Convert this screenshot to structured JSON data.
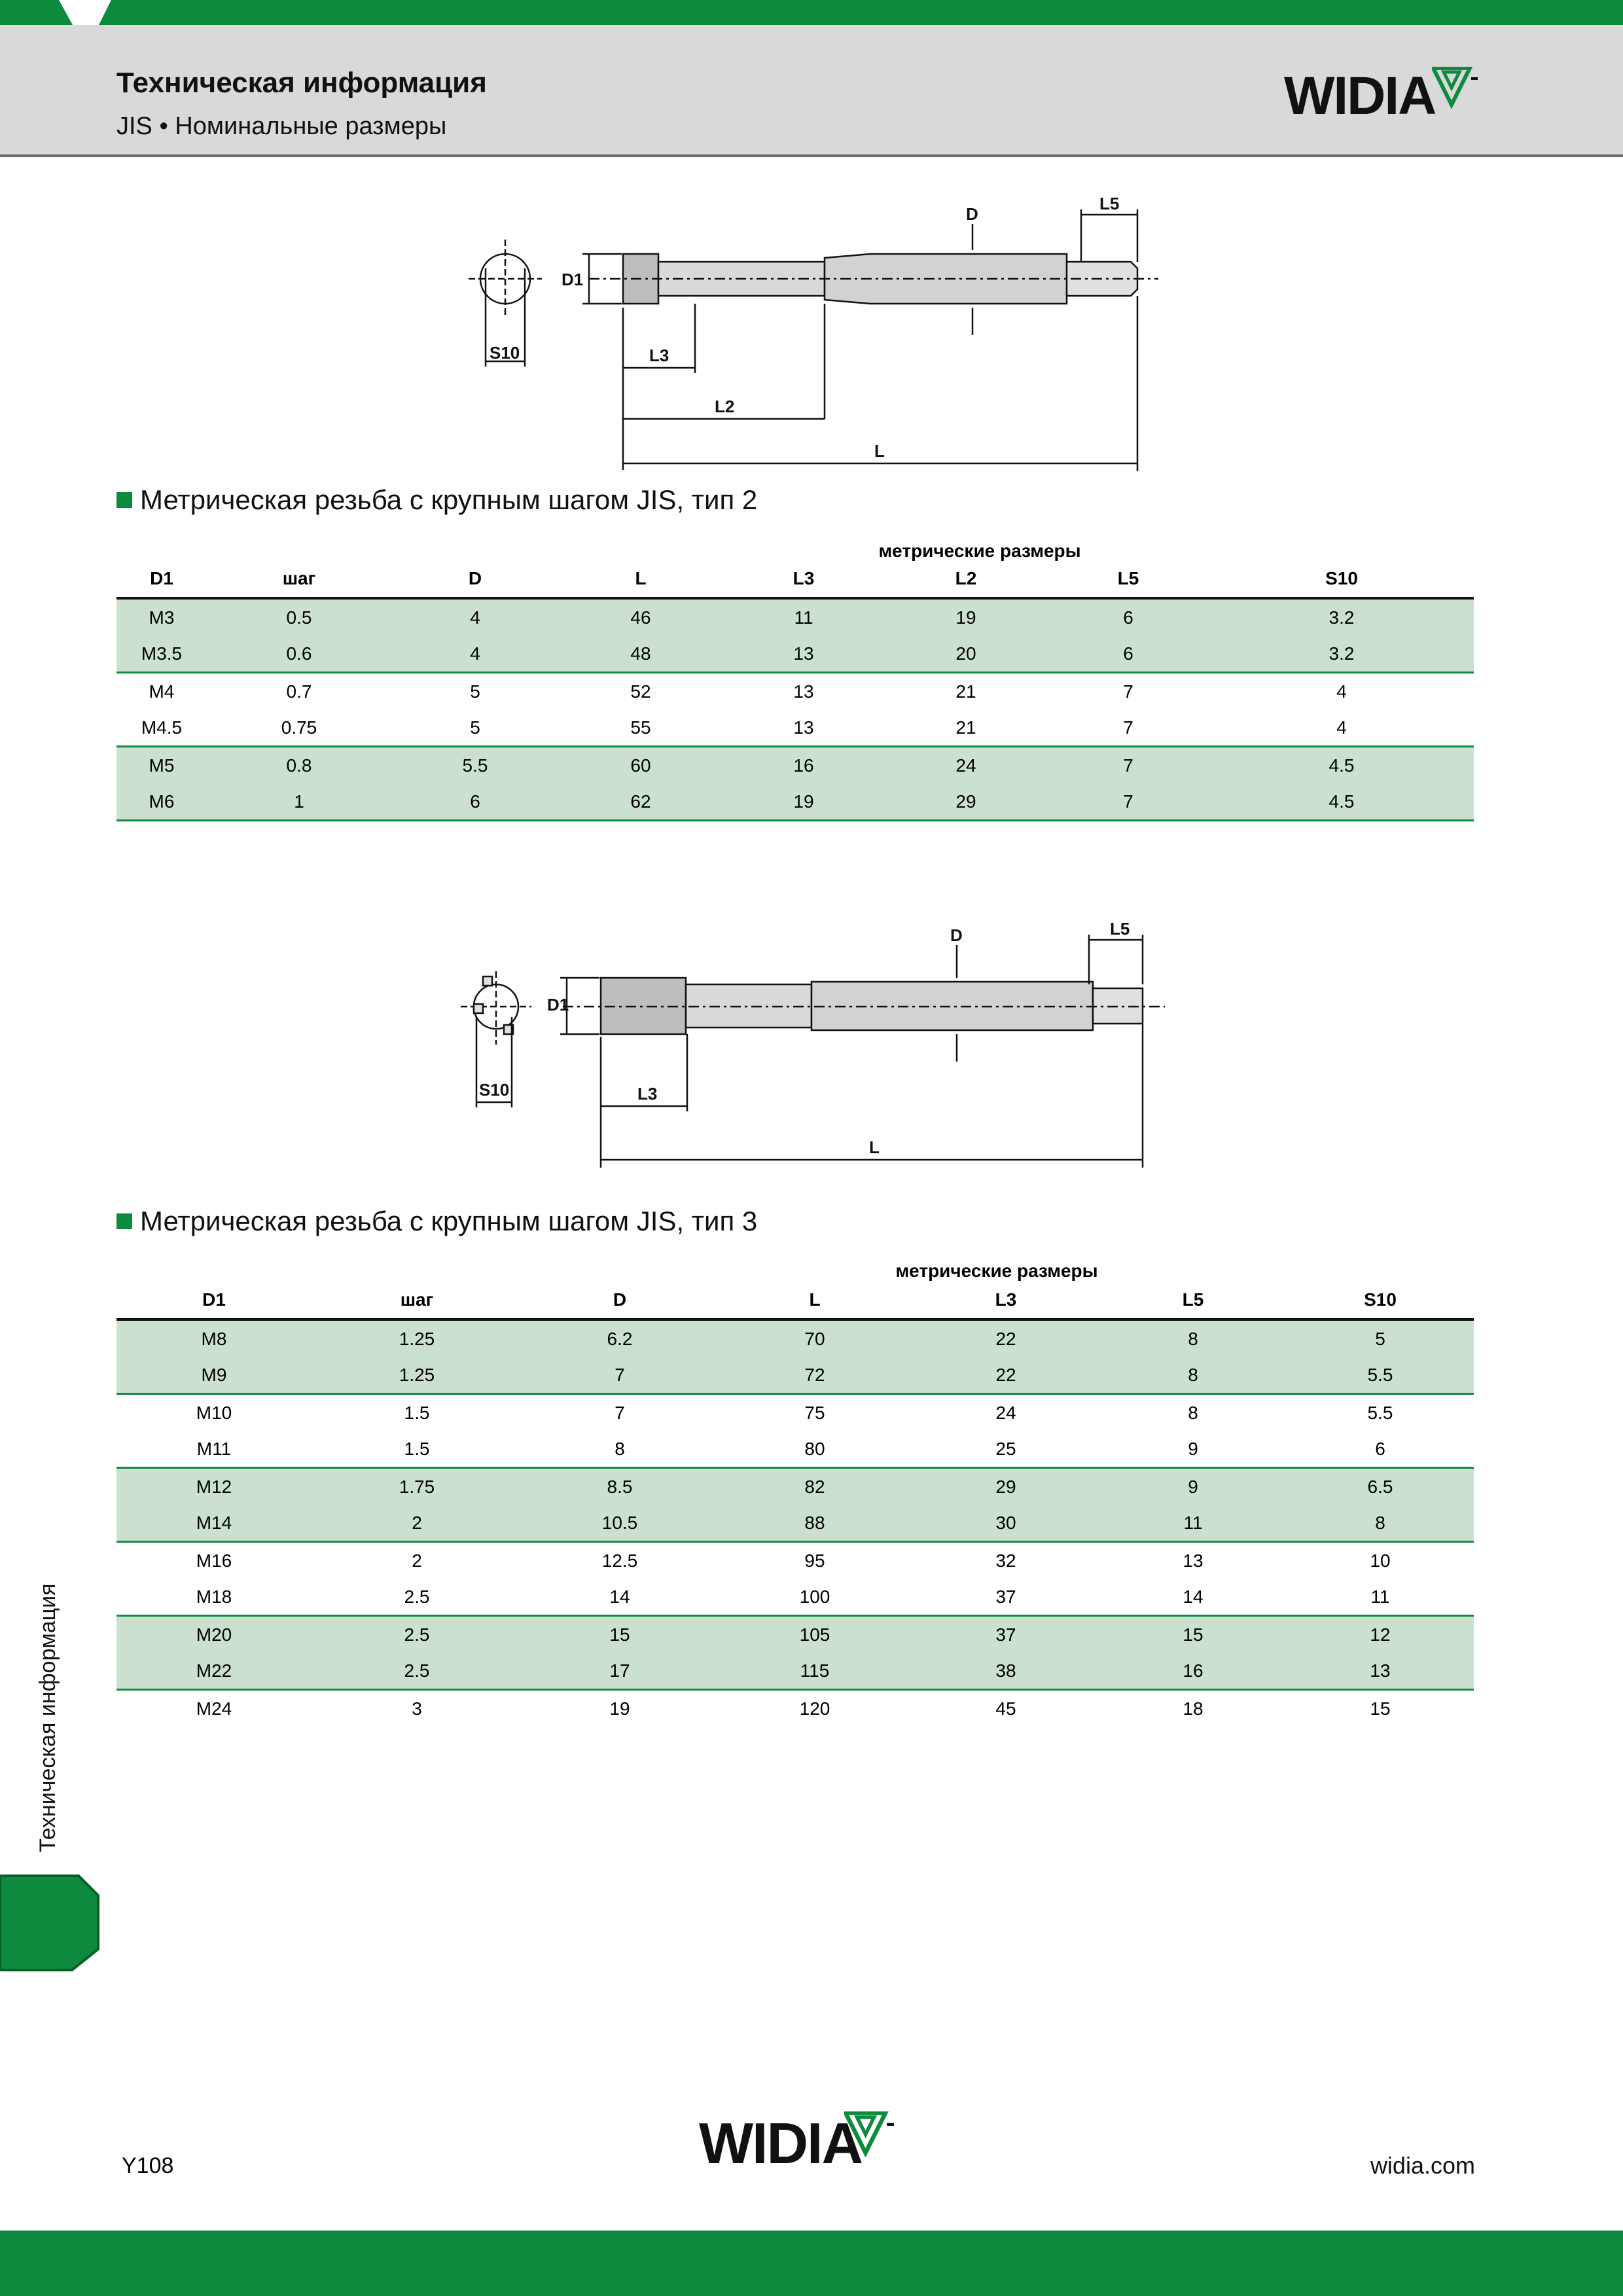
{
  "header": {
    "title": "Техническая информация",
    "subtitle": "JIS • Номинальные размеры",
    "logo": "WIDIA"
  },
  "drawing1": {
    "labels": {
      "d": "D",
      "l5": "L5",
      "d1": "D1",
      "s10": "S10",
      "l3": "L3",
      "l2": "L2",
      "l": "L"
    }
  },
  "drawing2": {
    "labels": {
      "d": "D",
      "l5": "L5",
      "d1": "D1",
      "s10": "S10",
      "l3": "L3",
      "l": "L"
    }
  },
  "section1": {
    "title": "Метрическая резьба с крупным шагом JIS, тип 2",
    "group_label": "метрические размеры",
    "columns": [
      "D1",
      "шаг",
      "D",
      "L",
      "L3",
      "L2",
      "L5",
      "S10"
    ],
    "rows": [
      [
        "M3",
        "0.5",
        "4",
        "46",
        "11",
        "19",
        "6",
        "3.2"
      ],
      [
        "M3.5",
        "0.6",
        "4",
        "48",
        "13",
        "20",
        "6",
        "3.2"
      ],
      [
        "M4",
        "0.7",
        "5",
        "52",
        "13",
        "21",
        "7",
        "4"
      ],
      [
        "M4.5",
        "0.75",
        "5",
        "55",
        "13",
        "21",
        "7",
        "4"
      ],
      [
        "M5",
        "0.8",
        "5.5",
        "60",
        "16",
        "24",
        "7",
        "4.5"
      ],
      [
        "M6",
        "1",
        "6",
        "62",
        "19",
        "29",
        "7",
        "4.5"
      ]
    ]
  },
  "section2": {
    "title": "Метрическая резьба с крупным шагом JIS, тип 3",
    "group_label": "метрические размеры",
    "columns": [
      "D1",
      "шаг",
      "D",
      "L",
      "L3",
      "L5",
      "S10"
    ],
    "rows": [
      [
        "M8",
        "1.25",
        "6.2",
        "70",
        "22",
        "8",
        "5"
      ],
      [
        "M9",
        "1.25",
        "7",
        "72",
        "22",
        "8",
        "5.5"
      ],
      [
        "M10",
        "1.5",
        "7",
        "75",
        "24",
        "8",
        "5.5"
      ],
      [
        "M11",
        "1.5",
        "8",
        "80",
        "25",
        "9",
        "6"
      ],
      [
        "M12",
        "1.75",
        "8.5",
        "82",
        "29",
        "9",
        "6.5"
      ],
      [
        "M14",
        "2",
        "10.5",
        "88",
        "30",
        "11",
        "8"
      ],
      [
        "M16",
        "2",
        "12.5",
        "95",
        "32",
        "13",
        "10"
      ],
      [
        "M18",
        "2.5",
        "14",
        "100",
        "37",
        "14",
        "11"
      ],
      [
        "M20",
        "2.5",
        "15",
        "105",
        "37",
        "15",
        "12"
      ],
      [
        "M22",
        "2.5",
        "17",
        "115",
        "38",
        "16",
        "13"
      ],
      [
        "M24",
        "3",
        "19",
        "120",
        "45",
        "18",
        "15"
      ]
    ]
  },
  "sidebar": {
    "label": "Техническая информация"
  },
  "footer": {
    "page": "Y108",
    "logo": "WIDIA",
    "site": "widia.com"
  },
  "colors": {
    "brand_green": "#0d8a3e",
    "row_band": "#cce0d0",
    "header_gray": "#d9d9d9"
  }
}
